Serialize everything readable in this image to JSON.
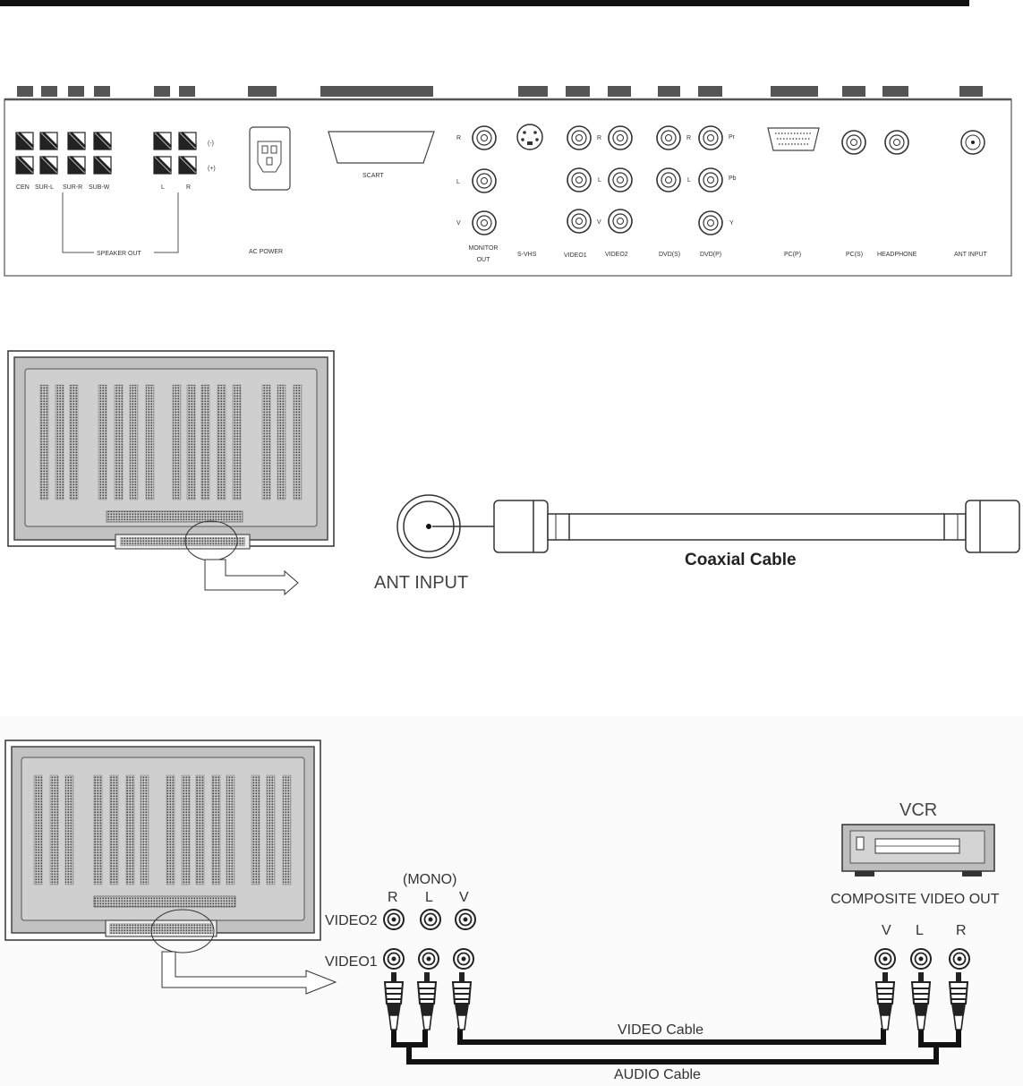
{
  "panel": {
    "speaker_labels": [
      "CEN",
      "SUR-L",
      "SUR-R",
      "SUB-W"
    ],
    "speaker_lr": [
      "L",
      "R"
    ],
    "polarity": [
      "(-)",
      "(+)"
    ],
    "speaker_out": "SPEAKER OUT",
    "ac_power": "AC POWER",
    "scart": "SCART",
    "rlv": [
      "R",
      "L",
      "V"
    ],
    "pr_pb_y": [
      "Pr",
      "Pb",
      "Y"
    ],
    "monitor_out": [
      "MONITOR",
      "OUT"
    ],
    "svhs": "S-VHS",
    "video1": "VIDEO1",
    "video2": "VIDEO2",
    "dvd_s": "DVD(S)",
    "dvd_p": "DVD(P)",
    "pc_p": "PC(P)",
    "pc_s": "PC(S)",
    "headphone": "HEADPHONE",
    "ant_input": "ANT INPUT"
  },
  "coax": {
    "ant_input_label": "ANT INPUT",
    "cable_label": "Coaxial Cable"
  },
  "vcr": {
    "mono": "(MONO)",
    "rlv": [
      "R",
      "L",
      "V"
    ],
    "video2": "VIDEO2",
    "video1": "VIDEO1",
    "vcr_label": "VCR",
    "composite_out": "COMPOSITE VIDEO OUT",
    "vlr": [
      "V",
      "L",
      "R"
    ],
    "video_cable": "VIDEO Cable",
    "audio_cable": "AUDIO Cable"
  }
}
